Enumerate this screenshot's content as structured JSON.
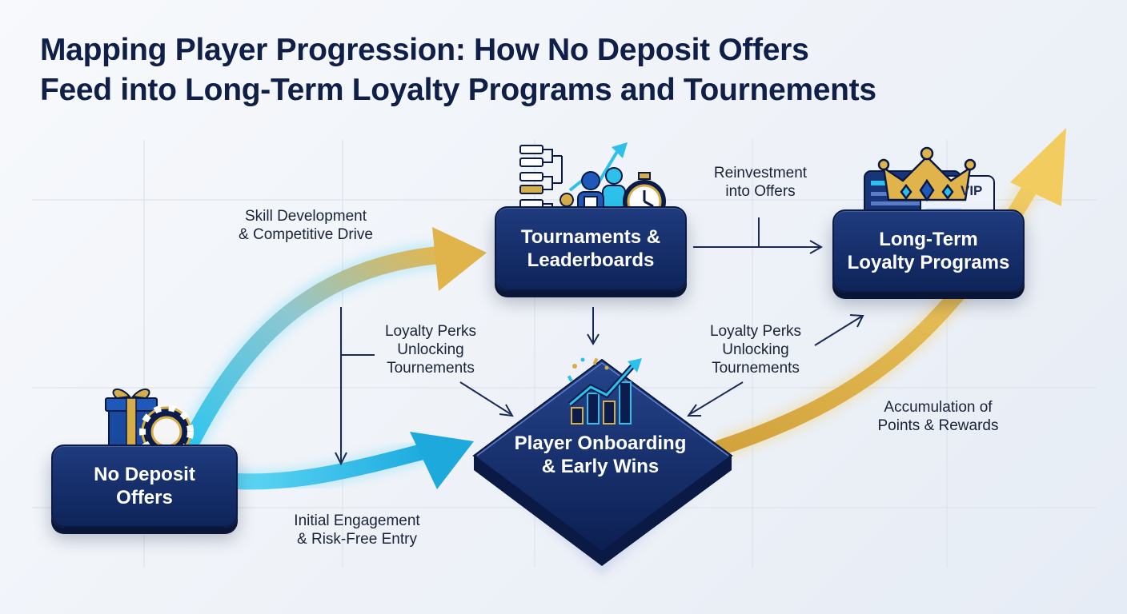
{
  "title": {
    "line1": "Mapping Player Progression: How No Deposit Offers",
    "line2": "Feed into Long-Term Loyalty Programs and Tournements"
  },
  "nodes": {
    "no_deposit": {
      "line1": "No Deposit",
      "line2": "Offers"
    },
    "onboarding": {
      "line1": "Player Onboarding",
      "line2": "& Early Wins"
    },
    "tournaments": {
      "line1": "Tournaments &",
      "line2": "Leaderboards"
    },
    "loyalty": {
      "line1": "Long-Term",
      "line2": "Loyalty Programs"
    }
  },
  "labels": {
    "skill": {
      "line1": "Skill Development",
      "line2": "& Competitive Drive"
    },
    "reinvestment": {
      "line1": "Reinvestment",
      "line2": "into Offers"
    },
    "perks_left": {
      "line1": "Loyalty Perks",
      "line2": "Unlocking",
      "line3": "Tournements"
    },
    "perks_right": {
      "line1": "Loyalty Perks",
      "line2": "Unlocking",
      "line3": "Tournements"
    },
    "accumulation": {
      "line1": "Accumulation of",
      "line2": "Points & Rewards"
    },
    "initial": {
      "line1": "Initial Engagement",
      "line2": "& Risk-Free Entry"
    }
  },
  "icons": {
    "gift": "gift-icon",
    "chip": "casino-chip-icon",
    "bracket": "tournament-bracket-icon",
    "people": "players-icon",
    "stopwatch": "stopwatch-icon",
    "trend_chart": "growth-bar-chart-icon",
    "crown": "crown-icon",
    "vip_card": "vip-card-icon"
  },
  "vip_badge": "VIP",
  "colors": {
    "navy": "#0f1f47",
    "node": "#16306b",
    "cyan": "#2cc0ea",
    "gold": "#d6ad47"
  }
}
